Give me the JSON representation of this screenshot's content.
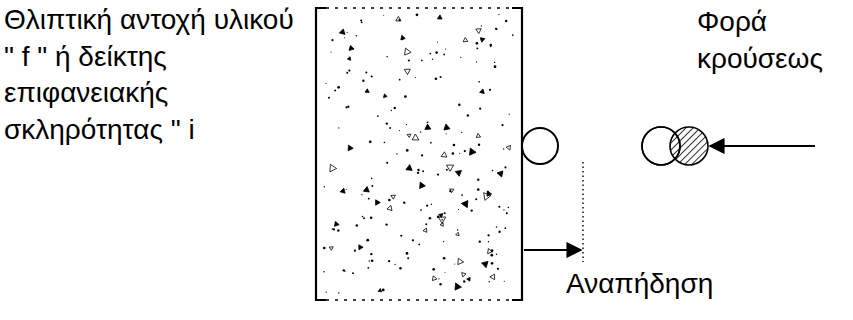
{
  "diagram": {
    "labels": [
      "Θλιπτική αντοχή υλικού \" f \" ή δείκτης επιφανειακής σκληρότητας \" i",
      "Φορά κρούσεως",
      "Αναπήδηση"
    ]
  }
}
